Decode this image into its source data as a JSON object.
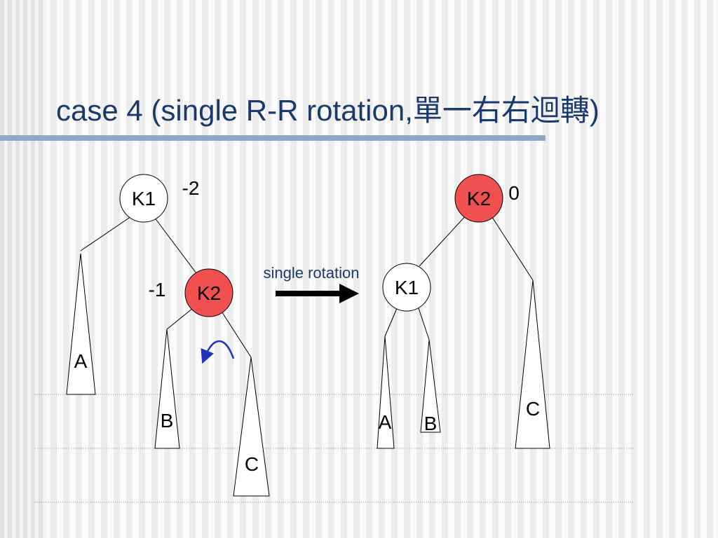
{
  "title": "case 4 (single R-R rotation,單一右右迴轉)",
  "colors": {
    "highlight_node": "#f05050",
    "plain_node": "#ffffff",
    "title": "#1a3a6b",
    "arrow_label": "#1a3a6b",
    "rotation_arrow": "#2233bb"
  },
  "before": {
    "k1": {
      "label": "K1",
      "balance": "-2"
    },
    "k2": {
      "label": "K2",
      "balance": "-1"
    },
    "subtrees": {
      "a": "A",
      "b": "B",
      "c": "C"
    }
  },
  "arrow_label": "single rotation",
  "after": {
    "k2": {
      "label": "K2",
      "balance": "0"
    },
    "k1": {
      "label": "K1"
    },
    "subtrees": {
      "a": "A",
      "b": "B",
      "c": "C"
    }
  }
}
